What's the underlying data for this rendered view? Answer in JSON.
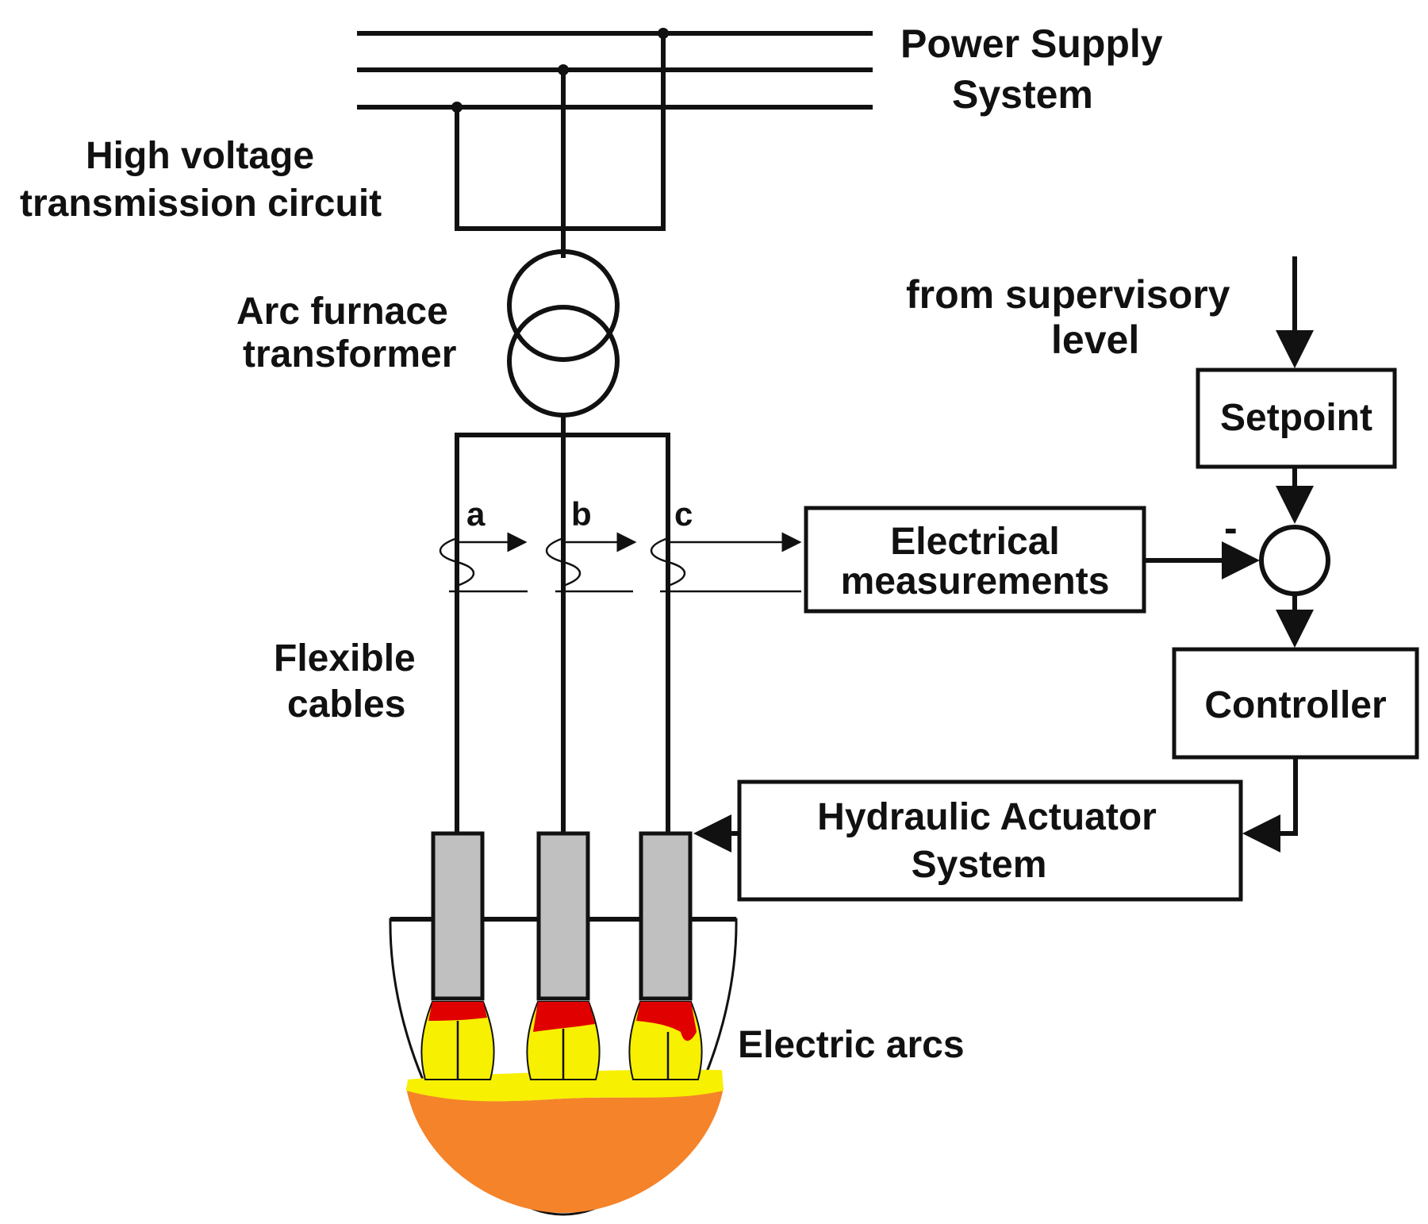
{
  "labels": {
    "power_supply_line1": "Power Supply",
    "power_supply_line2": "System",
    "hv_circuit_line1": "High voltage",
    "hv_circuit_line2": "transmission circuit",
    "transformer_line1": "Arc furnace",
    "transformer_line2": "transformer",
    "supervisory_line1": "from supervisory",
    "supervisory_line2": "level",
    "phase_a": "a",
    "phase_b": "b",
    "phase_c": "c",
    "minus_sign": "-",
    "cables_line1": "Flexible",
    "cables_line2": "cables",
    "arcs": "Electric arcs"
  },
  "blocks": {
    "setpoint": "Setpoint",
    "measurements_line1": "Electrical",
    "measurements_line2": "measurements",
    "controller": "Controller",
    "actuator_line1": "Hydraulic Actuator",
    "actuator_line2": "System"
  },
  "colors": {
    "line": "#111111",
    "electrode": "#c0c0c0",
    "melt": "#f5832a",
    "arc_yellow": "#f7f000",
    "arc_red": "#e00000"
  }
}
